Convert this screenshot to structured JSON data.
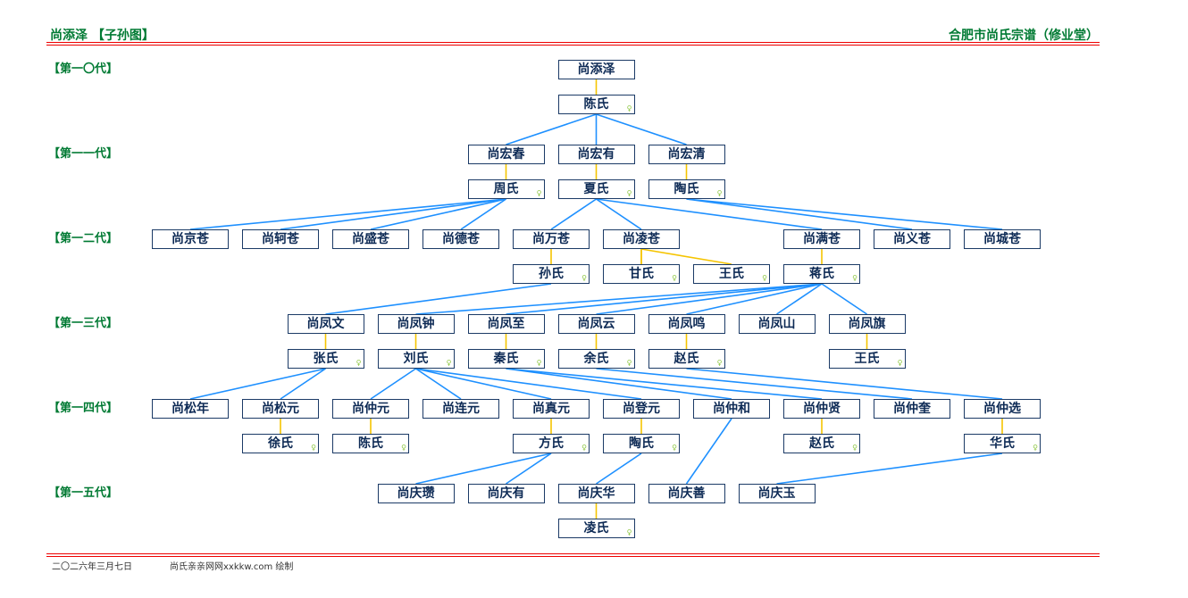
{
  "header": {
    "left": "尚添泽 【子孙图】",
    "right": "合肥市尚氏宗谱（修业堂）"
  },
  "generations": [
    "【第一〇代】",
    "【第一一代】",
    "【第一二代】",
    "【第一三代】",
    "【第一四代】",
    "【第一五代】"
  ],
  "female_symbol": "♀",
  "colors": {
    "descent": "#1e90ff",
    "marriage": "#f5c400",
    "label": "#007a33",
    "rule": "#ee0000"
  },
  "nodes": [
    {
      "id": "p0",
      "name": "尚添泽"
    },
    {
      "id": "s0",
      "name": "陈氏"
    },
    {
      "id": "p1",
      "name": "尚宏春"
    },
    {
      "id": "p2",
      "name": "尚宏有"
    },
    {
      "id": "p3",
      "name": "尚宏清"
    },
    {
      "id": "s1",
      "name": "周氏"
    },
    {
      "id": "s2",
      "name": "夏氏"
    },
    {
      "id": "s3",
      "name": "陶氏"
    },
    {
      "id": "g1",
      "name": "尚京苍"
    },
    {
      "id": "g2",
      "name": "尚轲苍"
    },
    {
      "id": "g3",
      "name": "尚盛苍"
    },
    {
      "id": "g4",
      "name": "尚德苍"
    },
    {
      "id": "g5",
      "name": "尚万苍"
    },
    {
      "id": "g6",
      "name": "尚凌苍"
    },
    {
      "id": "g7",
      "name": "尚满苍"
    },
    {
      "id": "g8",
      "name": "尚义苍"
    },
    {
      "id": "g9",
      "name": "尚城苍"
    },
    {
      "id": "gs5",
      "name": "孙氏"
    },
    {
      "id": "gs6a",
      "name": "甘氏"
    },
    {
      "id": "gs6b",
      "name": "王氏"
    },
    {
      "id": "gs7",
      "name": "蒋氏"
    },
    {
      "id": "f1",
      "name": "尚凤文"
    },
    {
      "id": "f2",
      "name": "尚凤钟"
    },
    {
      "id": "f3",
      "name": "尚凤至"
    },
    {
      "id": "f4",
      "name": "尚凤云"
    },
    {
      "id": "f5",
      "name": "尚凤鸣"
    },
    {
      "id": "f6",
      "name": "尚凤山"
    },
    {
      "id": "f7",
      "name": "尚凤旗"
    },
    {
      "id": "fs1",
      "name": "张氏"
    },
    {
      "id": "fs2",
      "name": "刘氏"
    },
    {
      "id": "fs3",
      "name": "秦氏"
    },
    {
      "id": "fs4",
      "name": "余氏"
    },
    {
      "id": "fs5",
      "name": "赵氏"
    },
    {
      "id": "fs7",
      "name": "王氏"
    },
    {
      "id": "z1",
      "name": "尚松年"
    },
    {
      "id": "z2",
      "name": "尚松元"
    },
    {
      "id": "z3",
      "name": "尚仲元"
    },
    {
      "id": "z4",
      "name": "尚连元"
    },
    {
      "id": "z5",
      "name": "尚真元"
    },
    {
      "id": "z6",
      "name": "尚登元"
    },
    {
      "id": "z7",
      "name": "尚仲和"
    },
    {
      "id": "z8",
      "name": "尚仲贤"
    },
    {
      "id": "z9",
      "name": "尚仲奎"
    },
    {
      "id": "z10",
      "name": "尚仲选"
    },
    {
      "id": "zs2",
      "name": "徐氏"
    },
    {
      "id": "zs3",
      "name": "陈氏"
    },
    {
      "id": "zs5",
      "name": "方氏"
    },
    {
      "id": "zs6",
      "name": "陶氏"
    },
    {
      "id": "zs8",
      "name": "赵氏"
    },
    {
      "id": "zs10",
      "name": "华氏"
    },
    {
      "id": "q1",
      "name": "尚庆瓒"
    },
    {
      "id": "q2",
      "name": "尚庆有"
    },
    {
      "id": "q3",
      "name": "尚庆华"
    },
    {
      "id": "q4",
      "name": "尚庆善"
    },
    {
      "id": "q5",
      "name": "尚庆玉"
    },
    {
      "id": "qs3",
      "name": "凌氏"
    }
  ],
  "marriages": [
    [
      "p0",
      "s0"
    ],
    [
      "p1",
      "s1"
    ],
    [
      "p2",
      "s2"
    ],
    [
      "p3",
      "s3"
    ],
    [
      "g5",
      "gs5"
    ],
    [
      "g6",
      "gs6a"
    ],
    [
      "g6",
      "gs6b"
    ],
    [
      "g7",
      "gs7"
    ],
    [
      "f1",
      "fs1"
    ],
    [
      "f2",
      "fs2"
    ],
    [
      "f3",
      "fs3"
    ],
    [
      "f4",
      "fs4"
    ],
    [
      "f5",
      "fs5"
    ],
    [
      "f7",
      "fs7"
    ],
    [
      "z2",
      "zs2"
    ],
    [
      "z3",
      "zs3"
    ],
    [
      "z5",
      "zs5"
    ],
    [
      "z6",
      "zs6"
    ],
    [
      "z8",
      "zs8"
    ],
    [
      "z10",
      "zs10"
    ],
    [
      "q3",
      "qs3"
    ]
  ],
  "descents": [
    [
      "s0",
      "p1"
    ],
    [
      "s0",
      "p2"
    ],
    [
      "s0",
      "p3"
    ],
    [
      "s1",
      "g1"
    ],
    [
      "s1",
      "g2"
    ],
    [
      "s1",
      "g3"
    ],
    [
      "s1",
      "g4"
    ],
    [
      "s2",
      "g5"
    ],
    [
      "s2",
      "g6"
    ],
    [
      "s2",
      "g7"
    ],
    [
      "s3",
      "g8"
    ],
    [
      "s3",
      "g9"
    ],
    [
      "gs5",
      "f1"
    ],
    [
      "gs7",
      "f2"
    ],
    [
      "gs7",
      "f3"
    ],
    [
      "gs7",
      "f4"
    ],
    [
      "gs7",
      "f5"
    ],
    [
      "gs7",
      "f6"
    ],
    [
      "gs7",
      "f7"
    ],
    [
      "fs1",
      "z1"
    ],
    [
      "fs1",
      "z2"
    ],
    [
      "fs2",
      "z3"
    ],
    [
      "fs2",
      "z4"
    ],
    [
      "fs2",
      "z5"
    ],
    [
      "fs2",
      "z6"
    ],
    [
      "fs3",
      "z7"
    ],
    [
      "fs3",
      "z8"
    ],
    [
      "fs4",
      "z9"
    ],
    [
      "fs5",
      "z10"
    ],
    [
      "zs5",
      "q1"
    ],
    [
      "zs5",
      "q2"
    ],
    [
      "zs6",
      "q3"
    ],
    [
      "z7",
      "q4"
    ],
    [
      "zs10",
      "q5"
    ]
  ],
  "footer": {
    "date": "二〇二六年三月七日",
    "credit": "尚氏亲亲网网xxkkw.com 绘制"
  }
}
